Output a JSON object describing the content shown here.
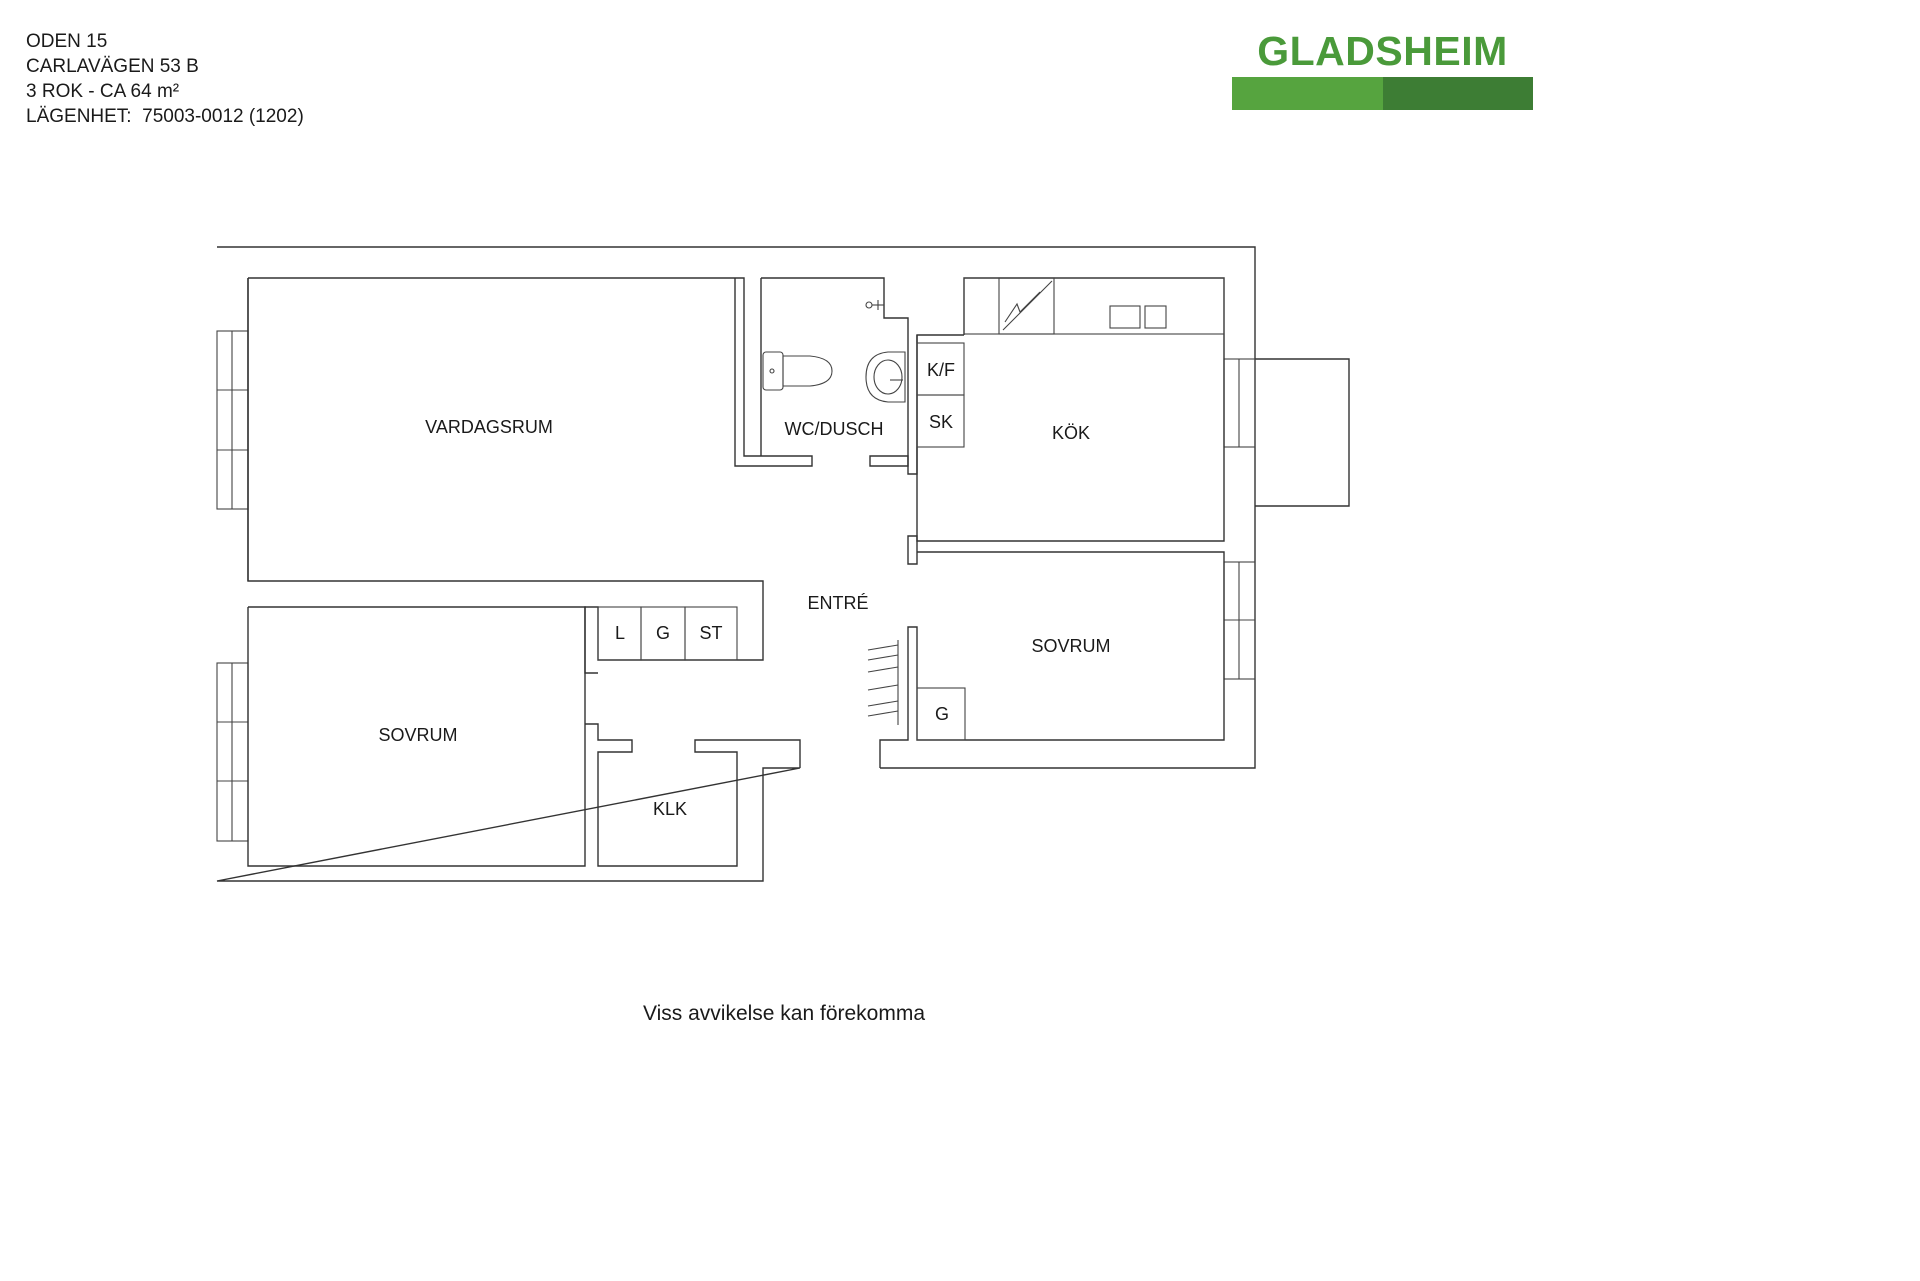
{
  "header": {
    "lines": [
      "ODEN 15",
      "CARLAVÄGEN 53 B",
      "3 ROK - CA 64 m²",
      "LÄGENHET:  75003-0012 (1202)"
    ]
  },
  "logo": {
    "text": "GLADSHEIM",
    "text_color": "#4a9a3a",
    "bar_light_color": "#56a43f",
    "bar_dark_color": "#3d7d34"
  },
  "plan": {
    "rooms": {
      "vardagsrum": "VARDAGSRUM",
      "wc_dusch": "WC/DUSCH",
      "kok": "KÖK",
      "entre": "ENTRÉ",
      "sovrum_east": "SOVRUM",
      "sovrum_west": "SOVRUM",
      "klk": "KLK"
    },
    "fixtures": {
      "kf": "K/F",
      "sk": "SK",
      "l": "L",
      "g_entry": "G",
      "st": "ST",
      "g_bedroom": "G"
    }
  },
  "footer": {
    "note": "Viss avvikelse kan förekomma"
  }
}
